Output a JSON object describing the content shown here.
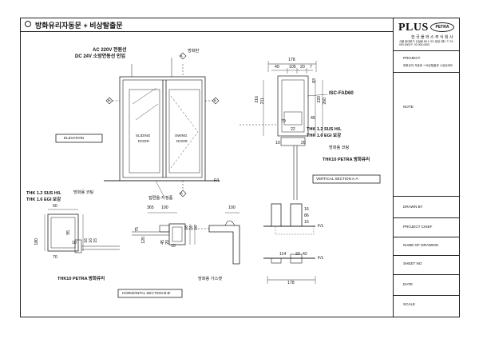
{
  "sheet": {
    "title": "방화유리자동문 + 비상탈출문",
    "drawing_labels": {
      "elevation": "ELEVATION",
      "vertical_section": "VERTICAL SECTION A-A'",
      "horizontal_section": "HORIZONTAL SECTION B-B'"
    }
  },
  "elevation": {
    "power_note_1": "AC 220V 전원선",
    "power_note_2": "DC 24V 소방연동선 인입",
    "frame_note": "방화판",
    "left_door_1": "SLIDING",
    "left_door_2": "DOOR",
    "right_door_1": "SWING",
    "right_door_2": "DOOR",
    "floor_note": "접편틀-지정품",
    "floor_level": "F/L",
    "marker_a": "A",
    "marker_b": "B"
  },
  "vertical_section": {
    "dims_top": [
      "178",
      "49",
      "105",
      "20",
      "7"
    ],
    "dims_left": [
      "216",
      "211"
    ],
    "dims_right": [
      "83",
      "220",
      "260"
    ],
    "dim_45": "45",
    "dim_79": "79",
    "dim_22": "22",
    "dim_20": "20",
    "dim_10": "10",
    "device": "ISC-FAD60",
    "thk_1": "THK 1.2 SUS H/L",
    "thk_2": "THK 1.6 EGI 보강",
    "coating": "방화용 코팅",
    "glass": "THK10 PETRA 방화유리",
    "bottom_dims": [
      "16",
      "86",
      "16"
    ],
    "floor_level_1": "F/L",
    "floor_level_2": "F/L",
    "bottom_section_dims": [
      "114",
      "22",
      "42",
      "178"
    ]
  },
  "horizontal_section": {
    "thk_1": "THK 1.2 SUS H/L",
    "thk_2": "THK 1.6 EGI 보강",
    "coating": "방화용 코팅",
    "glass": "THK10 PETRA 방화유리",
    "gasket": "방화용 가스켓",
    "dims_a": [
      "50",
      "70",
      "180",
      "95",
      "10",
      "16",
      "16",
      "15"
    ],
    "dims_b": [
      "365",
      "100",
      "75",
      "120",
      "45",
      "20",
      "10",
      "16",
      "16",
      "16"
    ],
    "dims_c": [
      "100"
    ]
  },
  "title_block": {
    "logo": "PLUS",
    "logo_badge": "PETRA",
    "company": "한 국 플 러 스 주 식 회 사",
    "address": "서울 동대문구 신설동 98-1 OO 빌딩 3층 / T. 02-000-0000  F. 02-000-0000",
    "project_label": "PROJECT",
    "project_value": "방화유리 자동문 + 비상탈출문 시공상세도",
    "note_label": "NOTE",
    "drawn_by_label": "DRAWN BY",
    "project_chief_label": "PROJECT CHIEF",
    "name_of_drawing_label": "NAME OF DRAWING",
    "sheet_no_label": "SHEET NO",
    "date_label": "DATE",
    "scale_label": "SCALE"
  }
}
